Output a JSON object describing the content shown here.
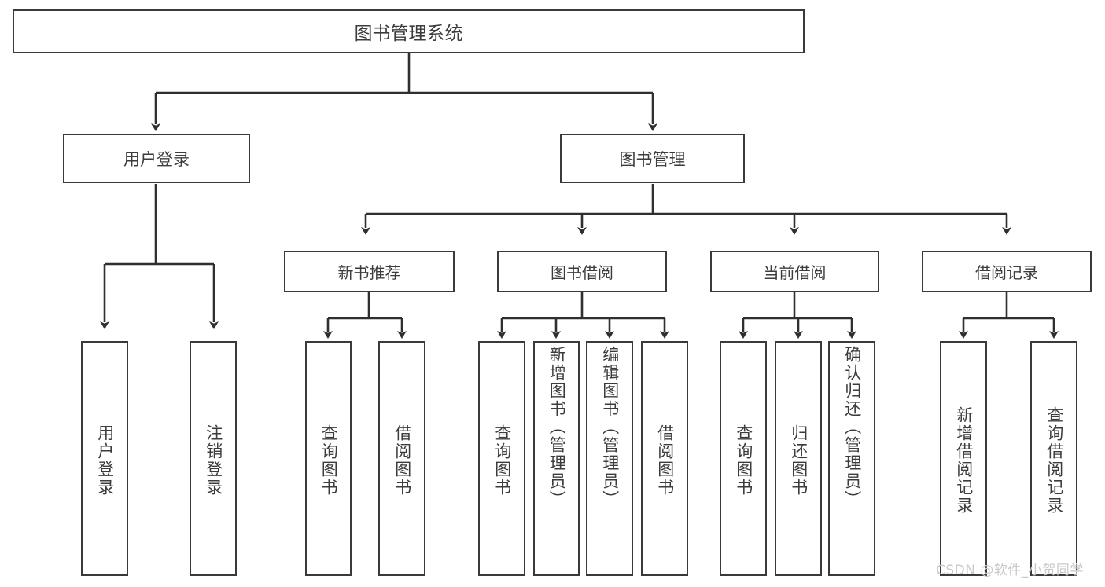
{
  "diagram": {
    "type": "tree",
    "title": "图书管理系统",
    "root": {
      "label": "图书管理系统"
    },
    "level1": [
      {
        "label": "用户登录"
      },
      {
        "label": "图书管理"
      }
    ],
    "level2": [
      {
        "label": "新书推荐"
      },
      {
        "label": "图书借阅"
      },
      {
        "label": "当前借阅"
      },
      {
        "label": "借阅记录"
      }
    ],
    "leaves": {
      "user_login": [
        {
          "label": "用户登录"
        },
        {
          "label": "注销登录"
        }
      ],
      "new_book_recommend": [
        {
          "label": "查询图书"
        },
        {
          "label": "借阅图书"
        }
      ],
      "book_borrow": [
        {
          "label": "查询图书"
        },
        {
          "label": "新增图书（管理员）"
        },
        {
          "label": "编辑图书（管理员）"
        },
        {
          "label": "借阅图书"
        }
      ],
      "current_borrow": [
        {
          "label": "查询图书"
        },
        {
          "label": "归还图书"
        },
        {
          "label": "确认归还（管理员）"
        }
      ],
      "borrow_record": [
        {
          "label": "新增借阅记录"
        },
        {
          "label": "查询借阅记录"
        }
      ]
    }
  },
  "watermark": {
    "text": "CSDN @软件_小贺同学"
  },
  "colors": {
    "border": "#3a3a3a",
    "text": "#3c3c3c",
    "background": "#ffffff",
    "watermark": "#c9c9c9"
  }
}
